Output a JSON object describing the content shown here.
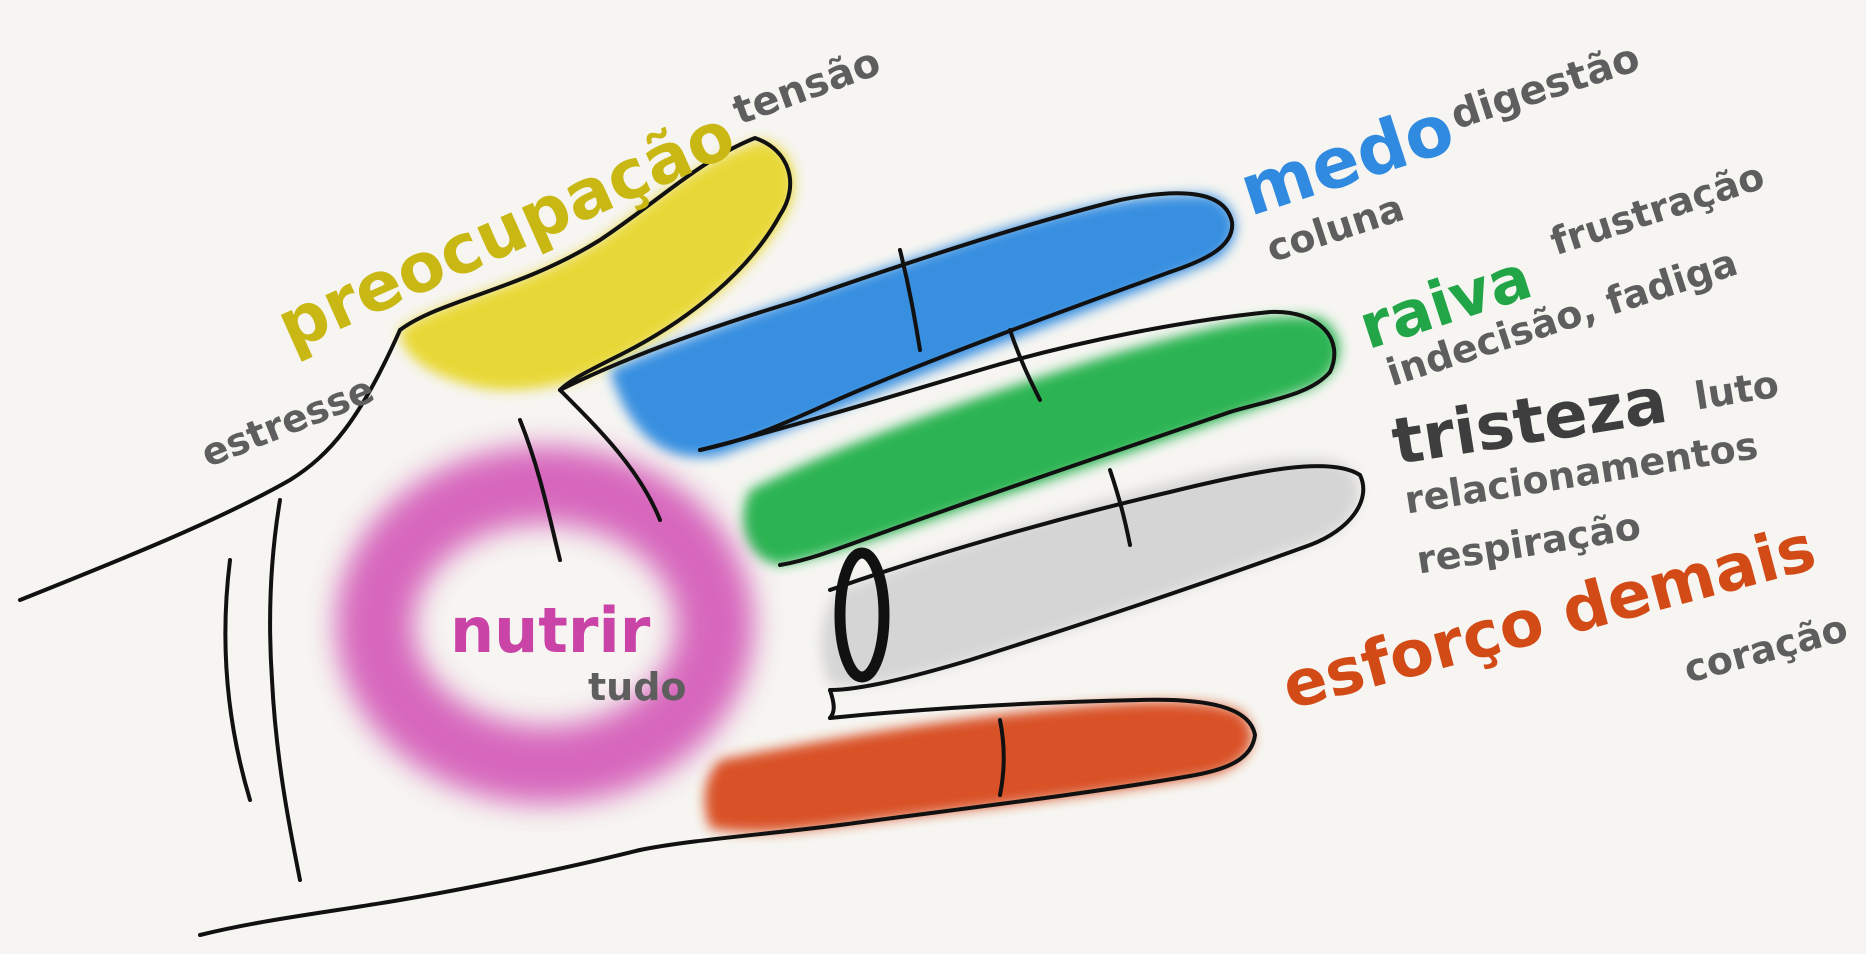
{
  "colors": {
    "thumb": "#e8d72e",
    "index": "#2f8ae0",
    "middle": "#22b14c",
    "ring": "#d4d4d4",
    "little": "#d84a1b",
    "palm": "#d24fb4",
    "text_gray": "#5e5e5e"
  },
  "thumb": {
    "emotion": "preocupação",
    "word1": "tensão",
    "word2": "estresse"
  },
  "index": {
    "emotion": "medo",
    "word1": "digestão",
    "word2": "coluna"
  },
  "middle": {
    "emotion": "raiva",
    "word1": "frustração",
    "word2": "indecisão, fadiga"
  },
  "ring": {
    "emotion": "tristeza",
    "word1": "luto",
    "word2": "relacionamentos",
    "word3": "respiração"
  },
  "little": {
    "emotion": "esforço demais",
    "word1": "coração"
  },
  "palm": {
    "emotion": "nutrir",
    "word1": "tudo"
  }
}
